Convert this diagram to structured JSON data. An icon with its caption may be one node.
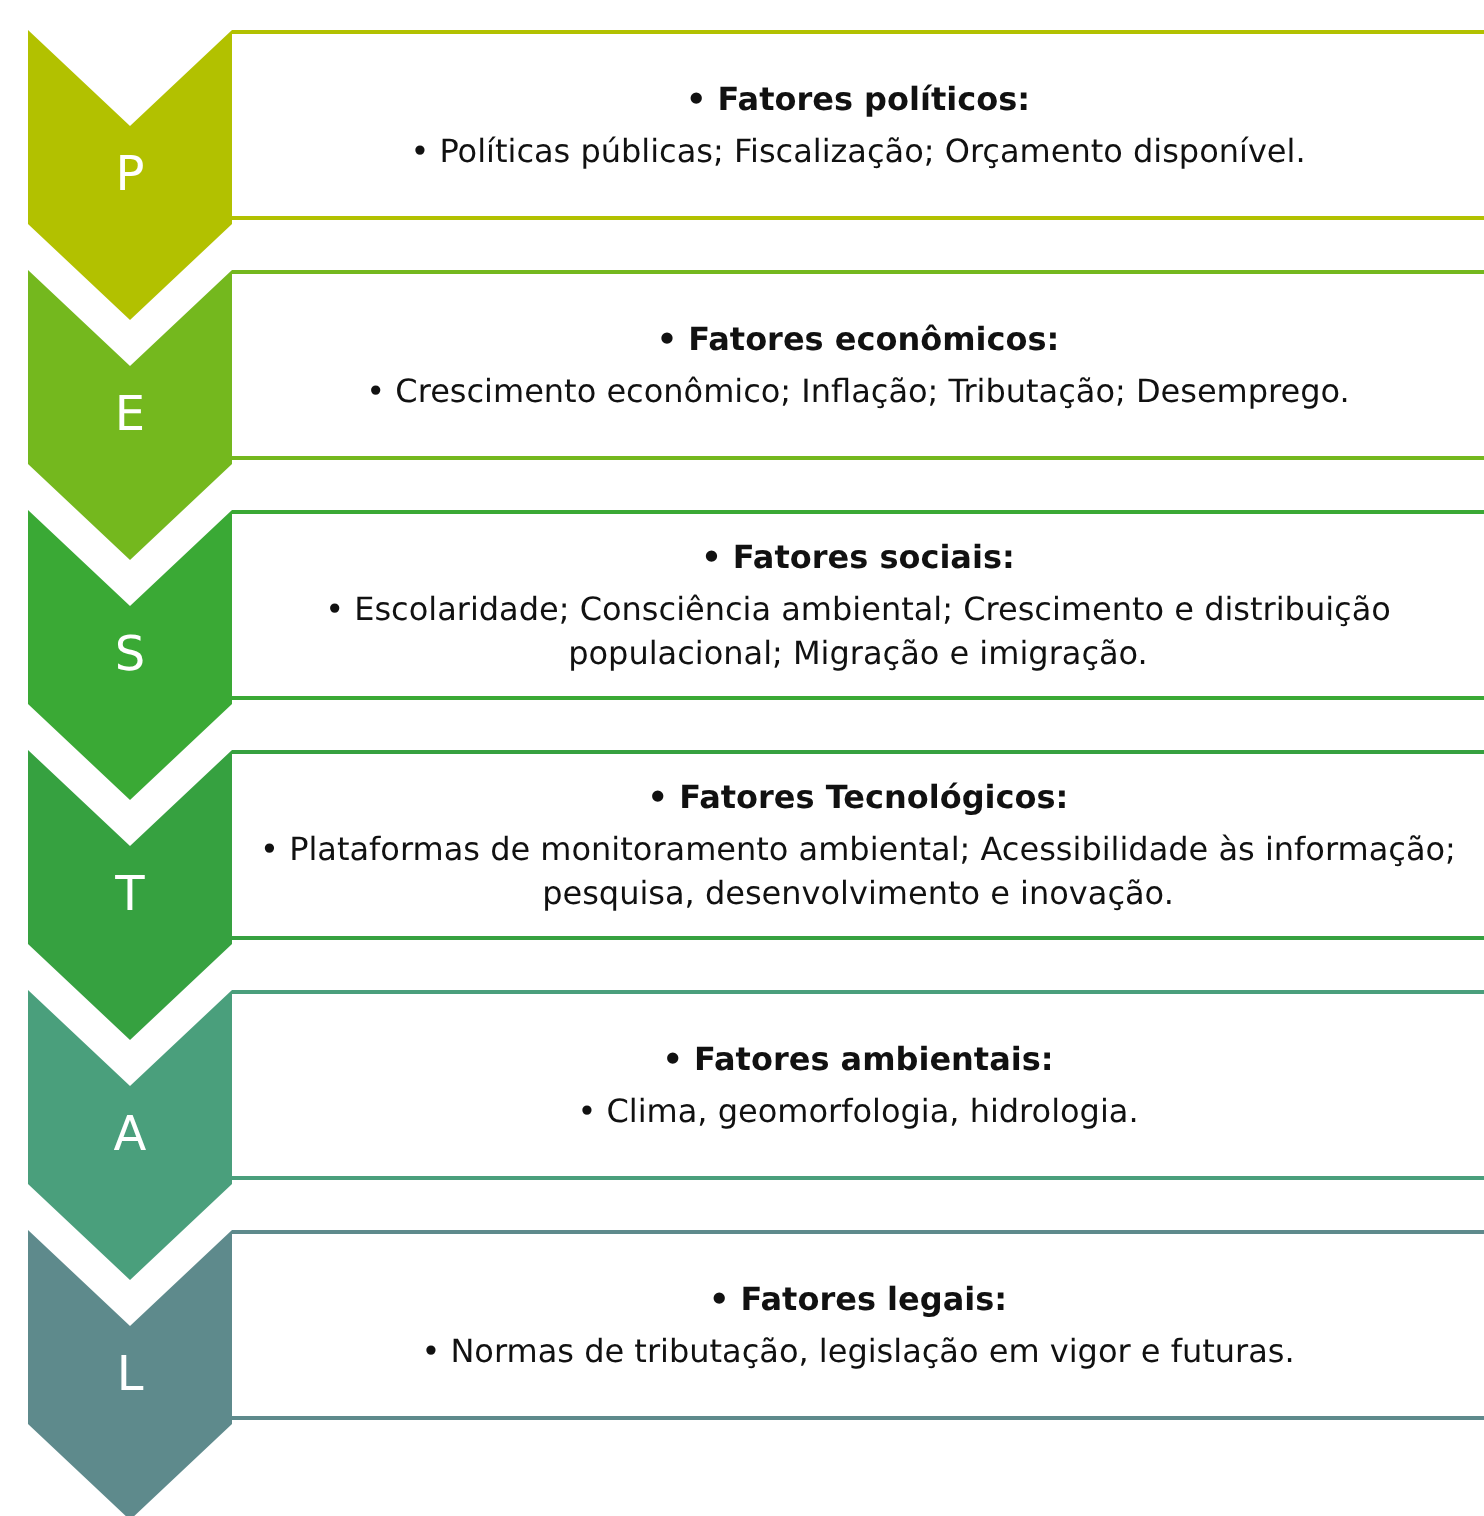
{
  "diagram": {
    "nodes": [
      {
        "text": [
          "P"
        ]
      },
      {
        "text": [
          "• Fatores políticos:",
          "• Políticas públicas; Fiscalização; Orçamento disponível."
        ]
      },
      {
        "text": [
          "E"
        ]
      },
      {
        "text": [
          "• Fatores econômicos:",
          "• Crescimento econômico; Inflação; Tributação; Desemprego."
        ]
      },
      {
        "text": [
          "S"
        ]
      },
      {
        "text": [
          "• Fatores sociais:",
          "• Escolaridade; Consciência ambiental; Crescimento e distribuição populacional; Migração e imigração."
        ]
      },
      {
        "text": [
          "T"
        ]
      },
      {
        "text": [
          "• Fatores Tecnológicos:",
          "• Plataformas de monitoramento ambiental; Acessibilidade às informação; pesquisa, desenvolvimento e inovação."
        ]
      },
      {
        "text": [
          "A"
        ]
      },
      {
        "text": [
          "• Fatores ambientais:",
          "• Clima, geomorfologia, hidrologia."
        ]
      },
      {
        "text": [
          "L"
        ]
      },
      {
        "text": [
          "• Fatores legais:",
          "• Normas de tributação, legislação em vigor e futuras."
        ]
      }
    ]
  }
}
